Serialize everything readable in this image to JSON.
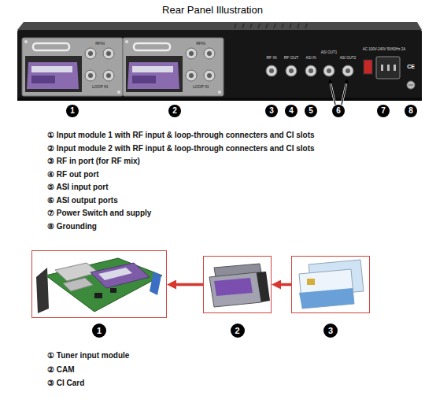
{
  "diagram": {
    "title": "Rear Panel Illustration",
    "nodes": [
      {
        "text": [
          "1"
        ]
      },
      {
        "text": [
          "2"
        ]
      },
      {
        "text": [
          "3"
        ]
      }
    ],
    "edges": [
      {
        "from": 1,
        "to": 0,
        "arrow": "to"
      },
      {
        "from": 2,
        "to": 1,
        "arrow": "to"
      }
    ],
    "labels": [
      "RFIN",
      "LOOP IN",
      "RFIN",
      "LOOP IN",
      "RF IN",
      "RF OUT",
      "ASI IN",
      "ASI OUT1",
      "ASI OUT2",
      "AC 100V-240V 50/60Hz 2A",
      "CE",
      "1",
      "2",
      "3",
      "4",
      "5",
      "6",
      "7",
      "8",
      "① Input module 1 with RF input & loop-through connecters and CI slots",
      "② Input module 2 with RF input & loop-through connecters and CI slots",
      "③ RF in port (for RF mix)",
      "④ RF out port",
      "⑤ ASI input port",
      "⑥ ASI output ports",
      "⑦ Power Switch and supply",
      "⑧ Grounding",
      "① Tuner input module",
      "② CAM",
      "③ CI Card"
    ]
  }
}
